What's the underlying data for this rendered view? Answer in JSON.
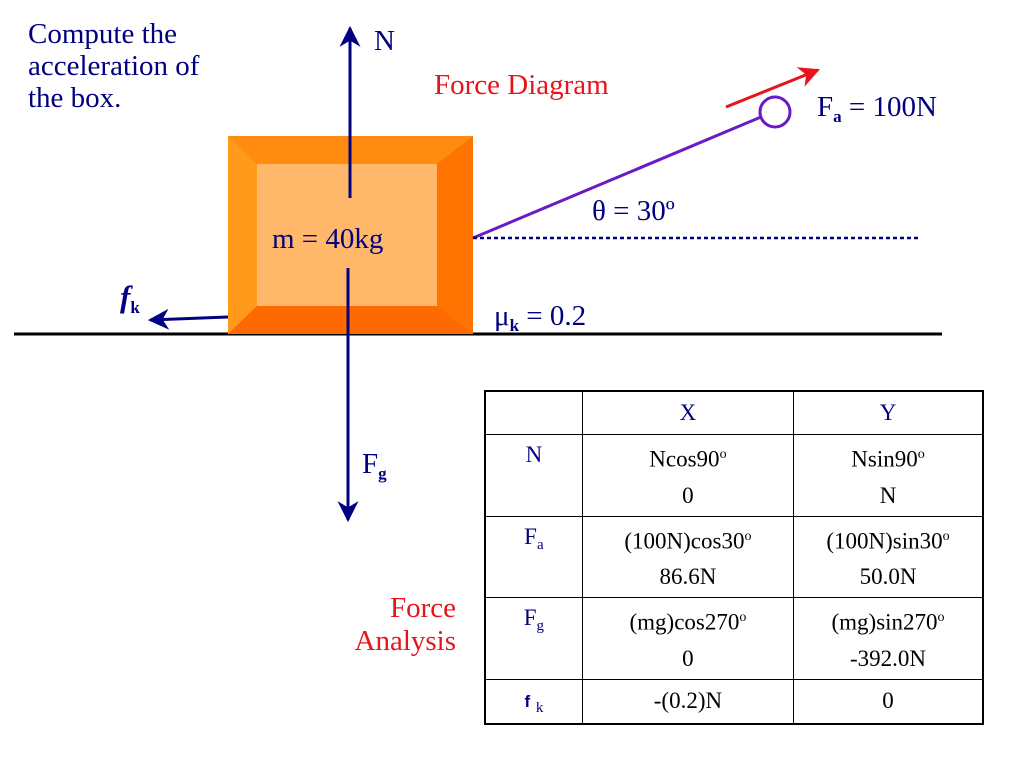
{
  "problem": {
    "lines": [
      "Compute the",
      "acceleration of",
      "the box."
    ]
  },
  "titles": {
    "force_diagram": "Force Diagram",
    "force_analysis_lines": [
      "Force",
      "Analysis"
    ]
  },
  "labels": {
    "normal": "N",
    "mass": "m = 40kg",
    "applied_symbol": "F",
    "applied_sub": "a",
    "applied_value": " = 100N",
    "angle": "θ = 30º",
    "friction_symbol": "f",
    "friction_sub": "k",
    "mu_symbol": "μ",
    "mu_sub": "k",
    "mu_value": " = 0.2",
    "gravity_symbol": "F",
    "gravity_sub": "g"
  },
  "colors": {
    "arrow": "#000080",
    "rope": "#6a1bc6",
    "box_outer": "#ff8000",
    "box_inner": "#ffb86a",
    "applied_arrow": "#e8141b",
    "title": "#e8141b",
    "text": "#000080"
  },
  "table": {
    "headers": [
      "",
      "X",
      "Y"
    ],
    "rows": [
      {
        "symbol": "N",
        "sub": "",
        "x": [
          "Ncos90",
          "0"
        ],
        "x_sup": "o",
        "y": [
          "Nsin90",
          "N"
        ],
        "y_sup": "o"
      },
      {
        "symbol": "F",
        "sub": "a",
        "x": [
          "(100N)cos30",
          "86.6N"
        ],
        "x_sup": "o",
        "y": [
          "(100N)sin30",
          "50.0N"
        ],
        "y_sup": "o"
      },
      {
        "symbol": "F",
        "sub": "g",
        "x": [
          "(mg)cos270",
          "0"
        ],
        "x_sup": "o",
        "y": [
          "(mg)sin270",
          "-392.0N"
        ],
        "y_sup": "o"
      },
      {
        "symbol": "f",
        "sub": "k",
        "x": [
          "-(0.2)N"
        ],
        "y": [
          "0"
        ]
      }
    ]
  }
}
